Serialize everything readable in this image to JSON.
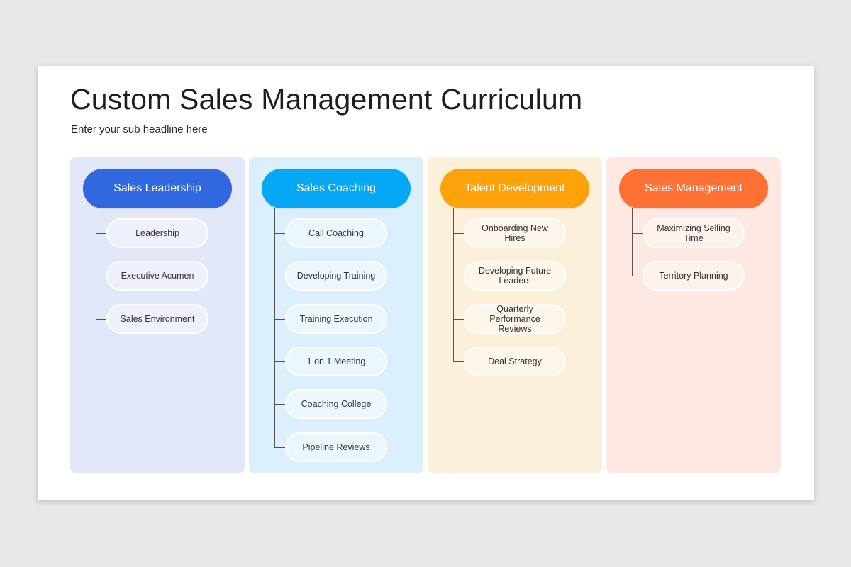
{
  "slide": {
    "title": "Custom Sales Management Curriculum",
    "subtitle": "Enter your sub headline here"
  },
  "columns": [
    {
      "header": "Sales Leadership",
      "header_color": "#3168e0",
      "panel_color": "#e3e8f9",
      "item_color": "#eef1fb",
      "items": [
        "Leadership",
        "Executive Acumen",
        "Sales Environment"
      ]
    },
    {
      "header": "Sales Coaching",
      "header_color": "#06a7f5",
      "panel_color": "#dbf0fc",
      "item_color": "#ebf6fd",
      "items": [
        "Call Coaching",
        "Developing Training",
        "Training Execution",
        "1 on 1 Meeting",
        "Coaching College",
        "Pipeline Reviews"
      ]
    },
    {
      "header": "Talent Development",
      "header_color": "#fca20a",
      "panel_color": "#fdf0da",
      "item_color": "#fdf6ea",
      "items": [
        "Onboarding New Hires",
        "Developing Future Leaders",
        "Quarterly Performance Reviews",
        "Deal Strategy"
      ]
    },
    {
      "header": "Sales Management",
      "header_color": "#fd7234",
      "panel_color": "#fde9e1",
      "item_color": "#fdf2ed",
      "items": [
        "Maximizing Selling Time",
        "Territory Planning"
      ]
    }
  ]
}
